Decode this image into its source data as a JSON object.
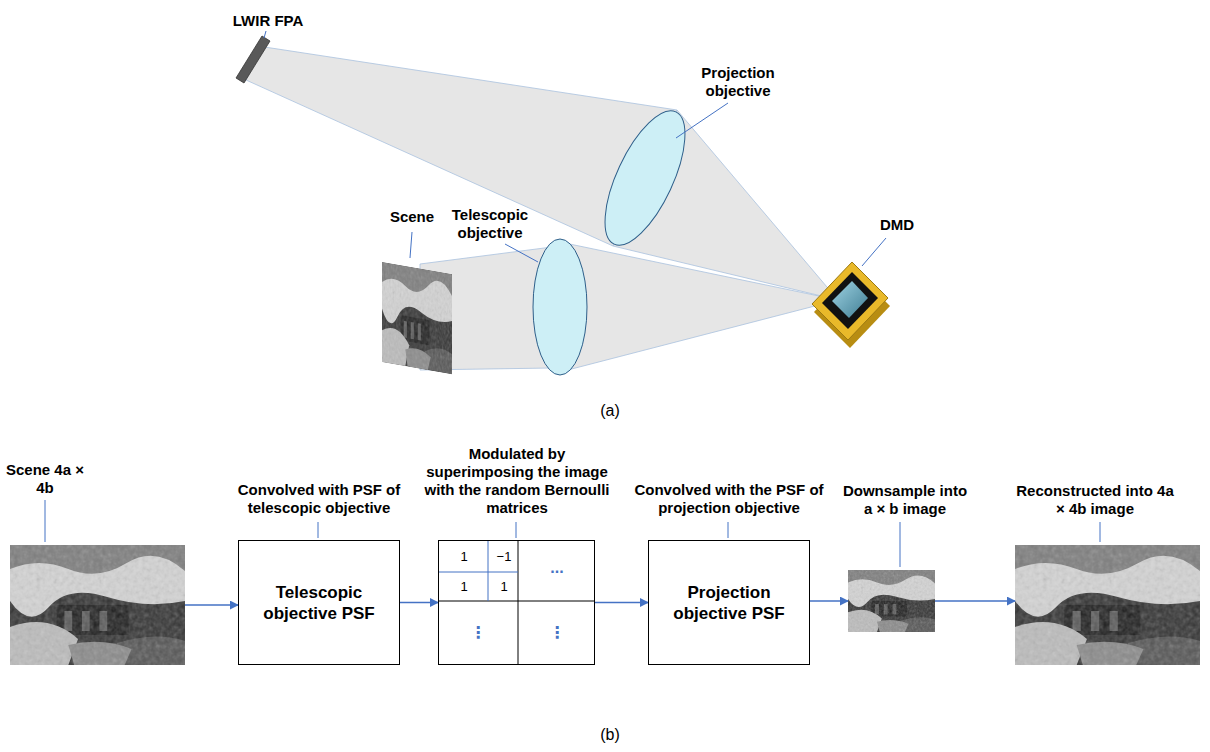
{
  "diagram": {
    "nodes": [
      {
        "text": [
          "Scene 4a × 4b"
        ]
      },
      {
        "text": [
          "Convolved with PSF of telescopic objective",
          "Telescopic objective PSF"
        ]
      },
      {
        "text": [
          "Modulated by superimposing the image with the random Bernoulli matrices",
          "1",
          "−1",
          "1",
          "1",
          "...",
          "⋮",
          "⋮"
        ]
      },
      {
        "text": [
          "Convolved with the PSF of projection objective",
          "Projection objective PSF"
        ]
      },
      {
        "text": [
          "Downsample into a × b image"
        ]
      },
      {
        "text": [
          "Reconstructed into 4a × 4b image"
        ]
      }
    ],
    "edges": [
      {
        "from": 0,
        "to": 1,
        "arrow": "to"
      },
      {
        "from": 1,
        "to": 2,
        "arrow": "to"
      },
      {
        "from": 2,
        "to": 3,
        "arrow": "to"
      },
      {
        "from": 3,
        "to": 4,
        "arrow": "to"
      },
      {
        "from": 4,
        "to": 5,
        "arrow": "to"
      }
    ],
    "labels": [
      "LWIR FPA",
      "Projection objective",
      "Scene",
      "Telescopic objective",
      "DMD",
      "(a)",
      "(b)"
    ]
  }
}
